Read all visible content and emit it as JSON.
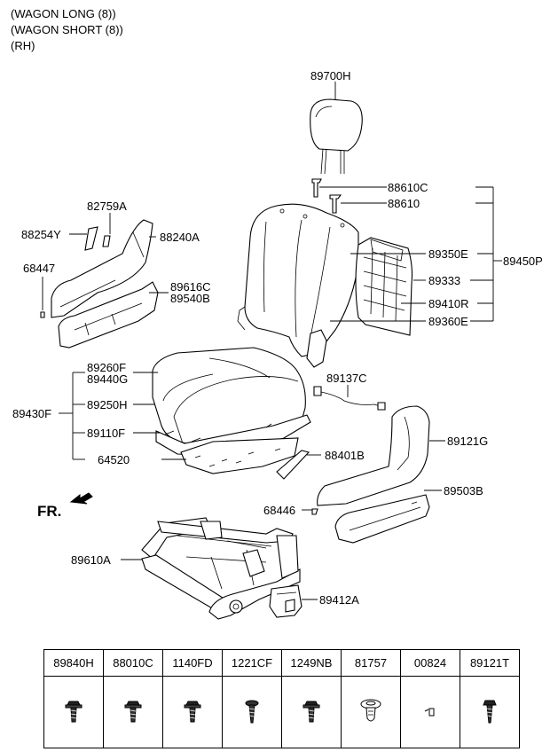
{
  "header": {
    "line1": "(WAGON LONG (8))",
    "line2": "(WAGON SHORT (8))",
    "line3": "(RH)"
  },
  "front_label": "FR.",
  "callouts": {
    "p89700H": "89700H",
    "p88610C": "88610C",
    "p88610": "88610",
    "p89350E": "89350E",
    "p89450P": "89450P",
    "p89333": "89333",
    "p89410R": "89410R",
    "p89360E": "89360E",
    "p82759A": "82759A",
    "p88254Y": "88254Y",
    "p88240A": "88240A",
    "p68447": "68447",
    "p89616C": "89616C",
    "p89540B": "89540B",
    "p89260F": "89260F",
    "p89440G": "89440G",
    "p89430F": "89430F",
    "p89250H": "89250H",
    "p89110F": "89110F",
    "p64520": "64520",
    "p89137C": "89137C",
    "p89121G": "89121G",
    "p88401B": "88401B",
    "p89503B": "89503B",
    "p68446": "68446",
    "p89610A": "89610A",
    "p89412A": "89412A"
  },
  "hardware_table": [
    {
      "label": "89840H",
      "icon": "flange-bolt-icon"
    },
    {
      "label": "88010C",
      "icon": "flange-bolt-icon"
    },
    {
      "label": "1140FD",
      "icon": "flange-bolt-icon"
    },
    {
      "label": "1221CF",
      "icon": "screw-icon"
    },
    {
      "label": "1249NB",
      "icon": "flange-bolt-icon"
    },
    {
      "label": "81757",
      "icon": "push-clip-icon"
    },
    {
      "label": "00824",
      "icon": "small-pin-icon"
    },
    {
      "label": "89121T",
      "icon": "screw-icon"
    }
  ]
}
